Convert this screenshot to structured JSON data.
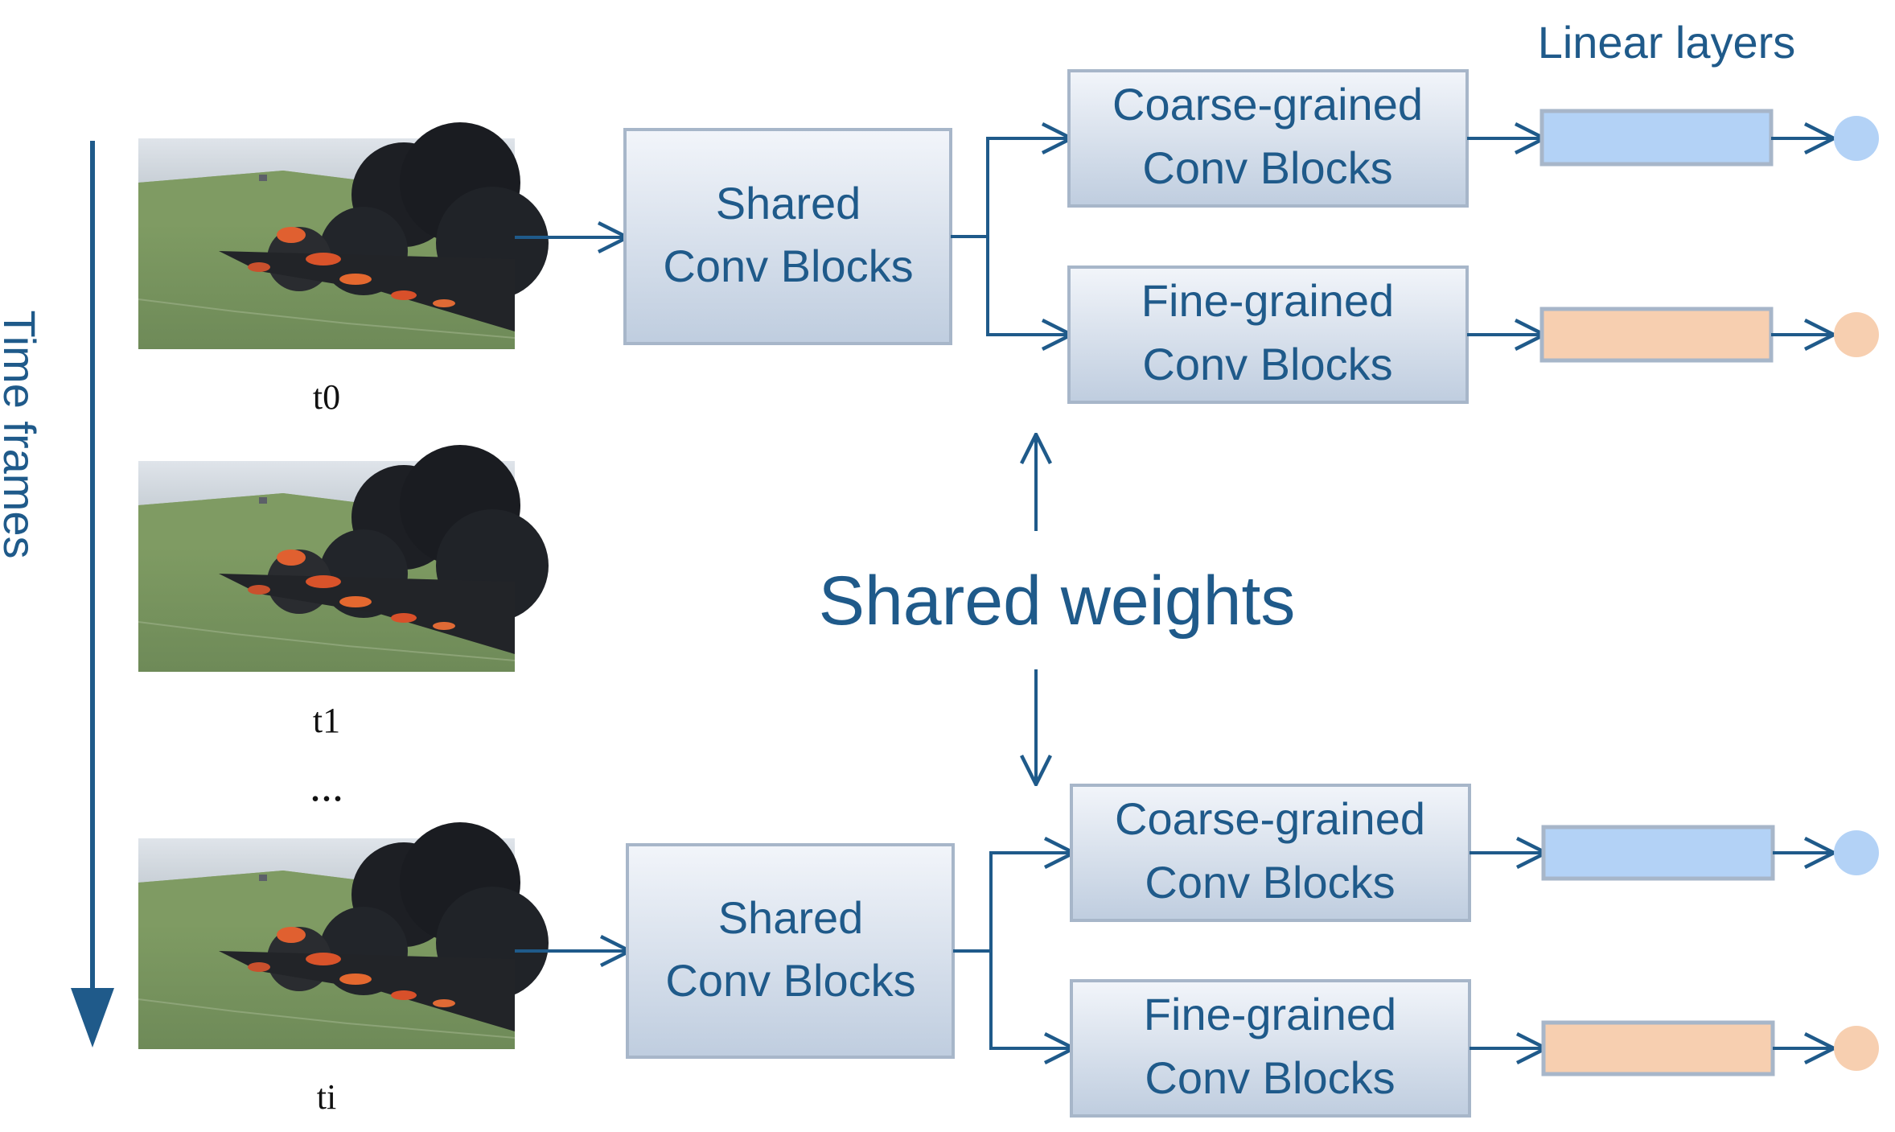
{
  "title": "",
  "time_axis": {
    "label": "Time frames"
  },
  "frames": [
    {
      "label": "t0"
    },
    {
      "label": "t1"
    },
    {
      "ellipsis": "..."
    },
    {
      "label": "ti"
    }
  ],
  "shared_block": {
    "line1": "Shared",
    "line2": "Conv Blocks"
  },
  "coarse_block": {
    "line1": "Coarse-grained",
    "line2": "Conv Blocks"
  },
  "fine_block": {
    "line1": "Fine-grained",
    "line2": "Conv Blocks"
  },
  "linear_layers_label": "Linear layers",
  "shared_weights_label": "Shared weights",
  "colors": {
    "arrow": "#1f5a8a",
    "block_fill_top": "#f2f5fa",
    "block_fill_bottom": "#bfcddf",
    "block_border": "#a7b6c9",
    "coarse_output": "#b3d2f6",
    "fine_output": "#f7cfb0",
    "grass": "#7c9a5c",
    "smoke": "#1f2226",
    "fire": "#e0582a"
  }
}
